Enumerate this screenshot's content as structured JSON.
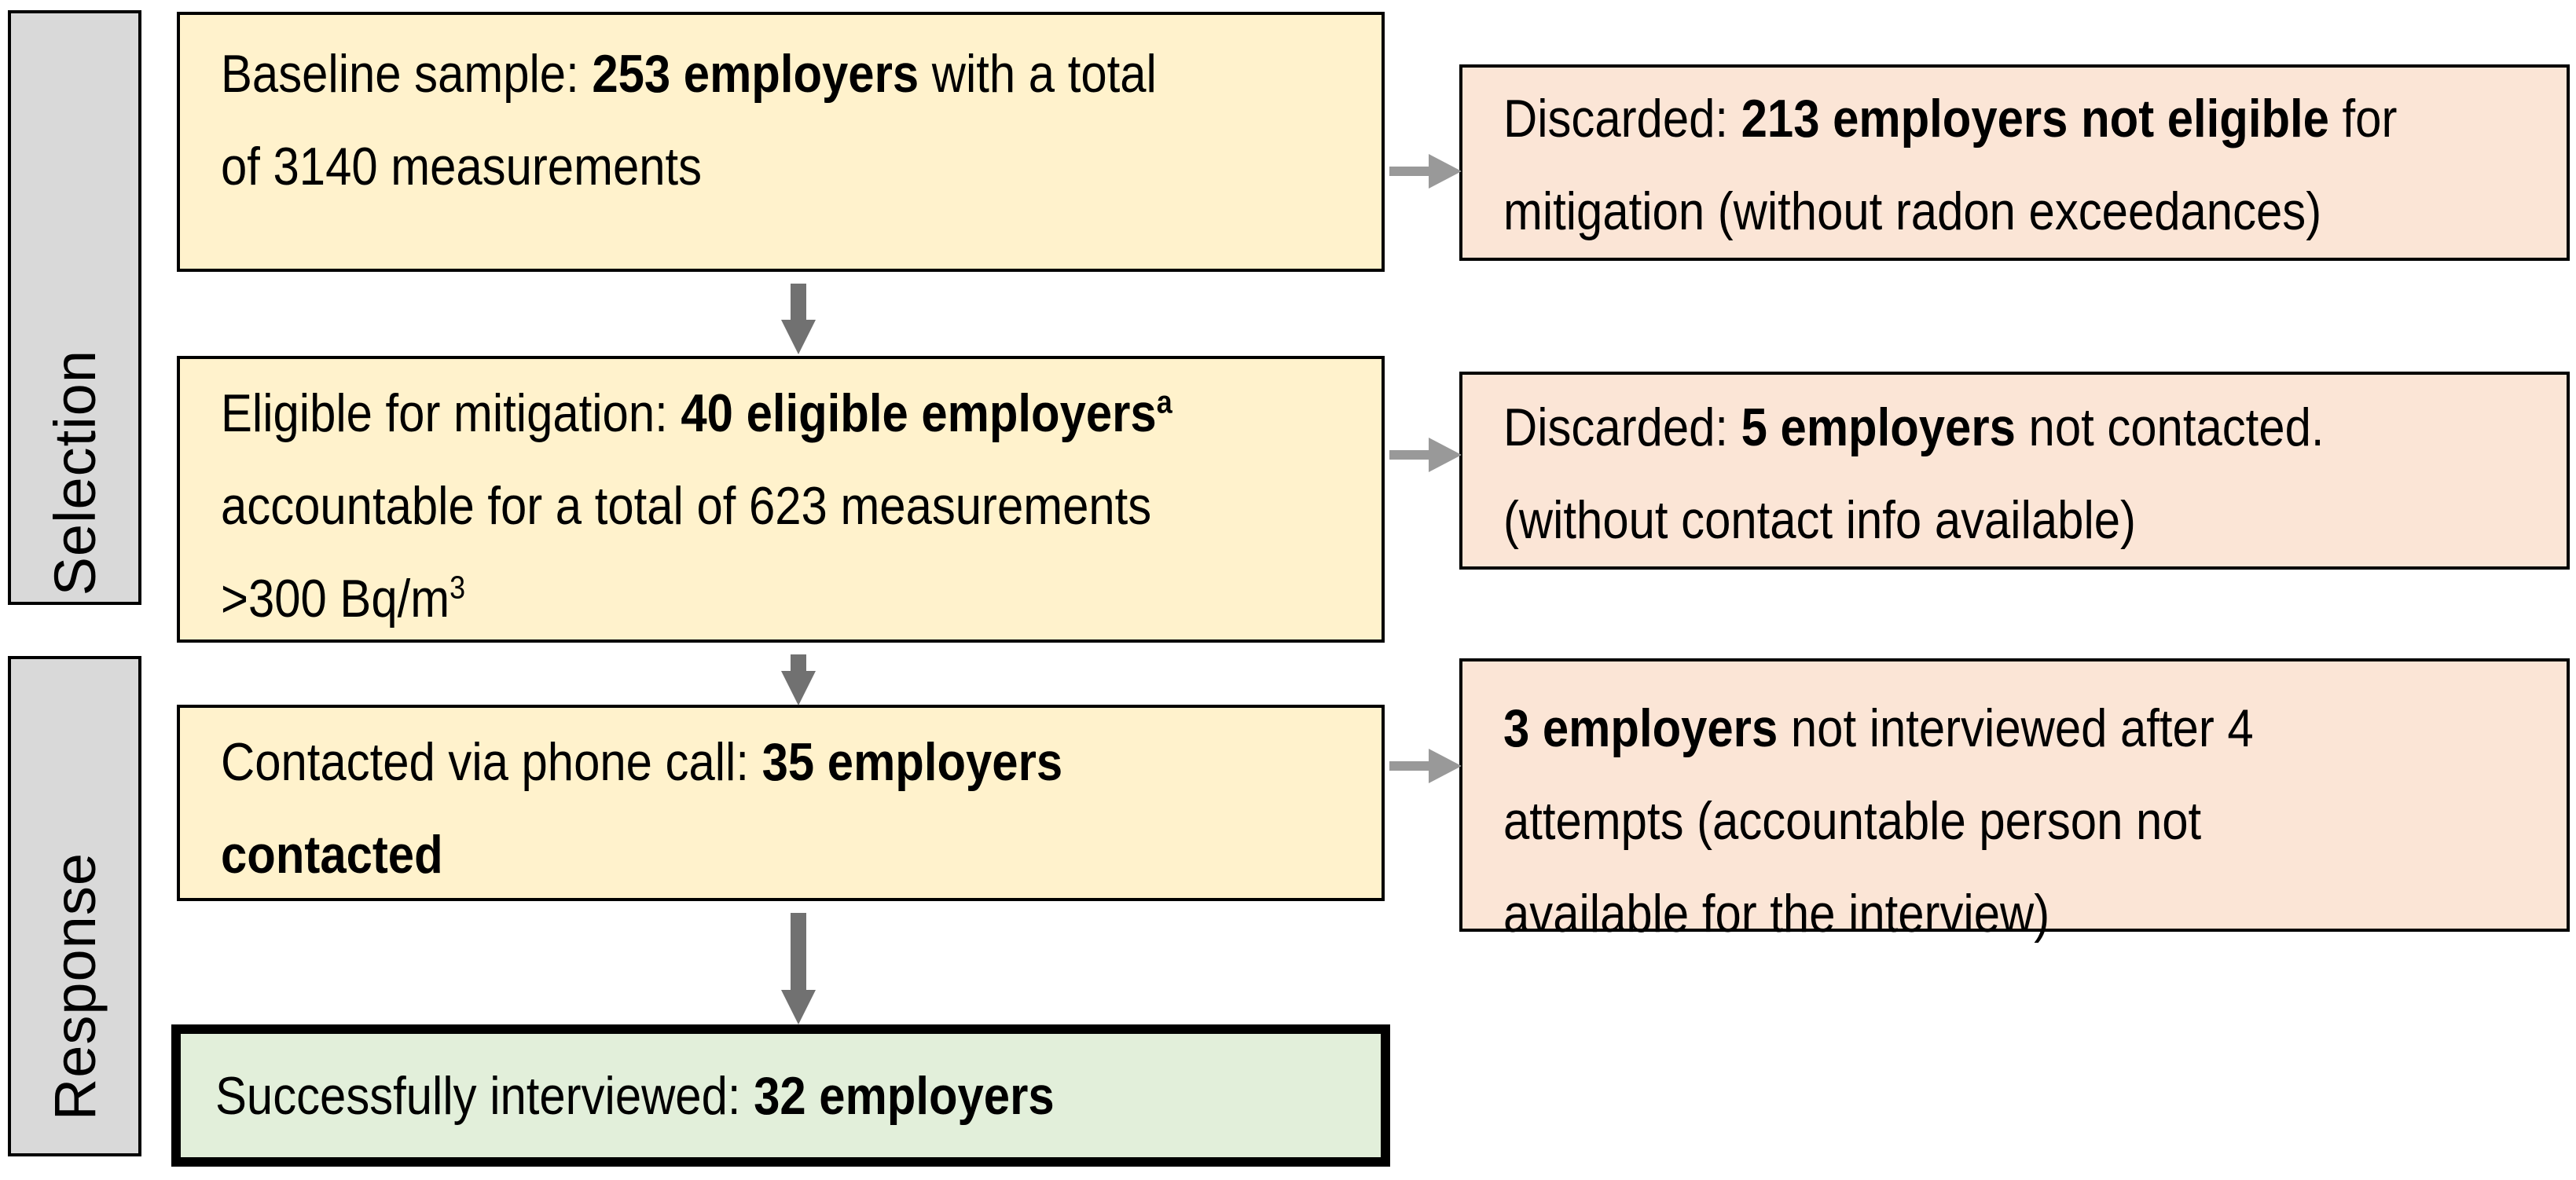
{
  "palette": {
    "step_fill": "#FFF2CC",
    "discard_fill": "#FBE5D6",
    "final_fill": "#E2EFDA",
    "stage_fill": "#D9D9D9",
    "border": "#000000",
    "arrow_down": "#717171",
    "arrow_right": "#999999",
    "background": "#FFFFFF"
  },
  "stages": [
    {
      "label": "Selection"
    },
    {
      "label": "Response"
    }
  ],
  "steps": [
    {
      "name": "baseline_sample",
      "lines": [
        [
          {
            "t": "Baseline sample: "
          },
          {
            "t": "253 employers",
            "b": true
          },
          {
            "t": " with a total"
          }
        ],
        [
          {
            "t": "of 3140 measurements"
          }
        ]
      ]
    },
    {
      "name": "eligible_for_mitigation",
      "lines": [
        [
          {
            "t": "Eligible for mitigation: "
          },
          {
            "t": "40 eligible employers",
            "b": true
          },
          {
            "t": "a",
            "b": true,
            "sup": true
          }
        ],
        [
          {
            "t": "accountable for a total of 623 measurements"
          }
        ],
        [
          {
            "t": ">300 Bq/m"
          },
          {
            "t": "3",
            "sup": true
          }
        ]
      ]
    },
    {
      "name": "contacted",
      "lines": [
        [
          {
            "t": "Contacted via phone call: "
          },
          {
            "t": "35 employers",
            "b": true
          }
        ],
        [
          {
            "t": "contacted",
            "b": true
          }
        ]
      ]
    },
    {
      "name": "successfully_interviewed",
      "lines": [
        [
          {
            "t": "Successfully interviewed: "
          },
          {
            "t": "32 employers",
            "b": true
          }
        ]
      ]
    }
  ],
  "discards": [
    {
      "name": "not_eligible",
      "lines": [
        [
          {
            "t": "Discarded: "
          },
          {
            "t": "213 employers not eligible",
            "b": true
          },
          {
            "t": " for"
          }
        ],
        [
          {
            "t": "mitigation (without radon exceedances)"
          }
        ]
      ]
    },
    {
      "name": "not_contacted",
      "lines": [
        [
          {
            "t": "Discarded: "
          },
          {
            "t": "5 employers",
            "b": true
          },
          {
            "t": " not contacted."
          }
        ],
        [
          {
            "t": "(without contact info available)"
          }
        ]
      ]
    },
    {
      "name": "not_interviewed",
      "lines": [
        [
          {
            "t": "3 employers",
            "b": true
          },
          {
            "t": " not interviewed after 4"
          }
        ],
        [
          {
            "t": "attempts (accountable person not"
          }
        ],
        [
          {
            "t": "available for the interview)"
          }
        ]
      ]
    }
  ]
}
